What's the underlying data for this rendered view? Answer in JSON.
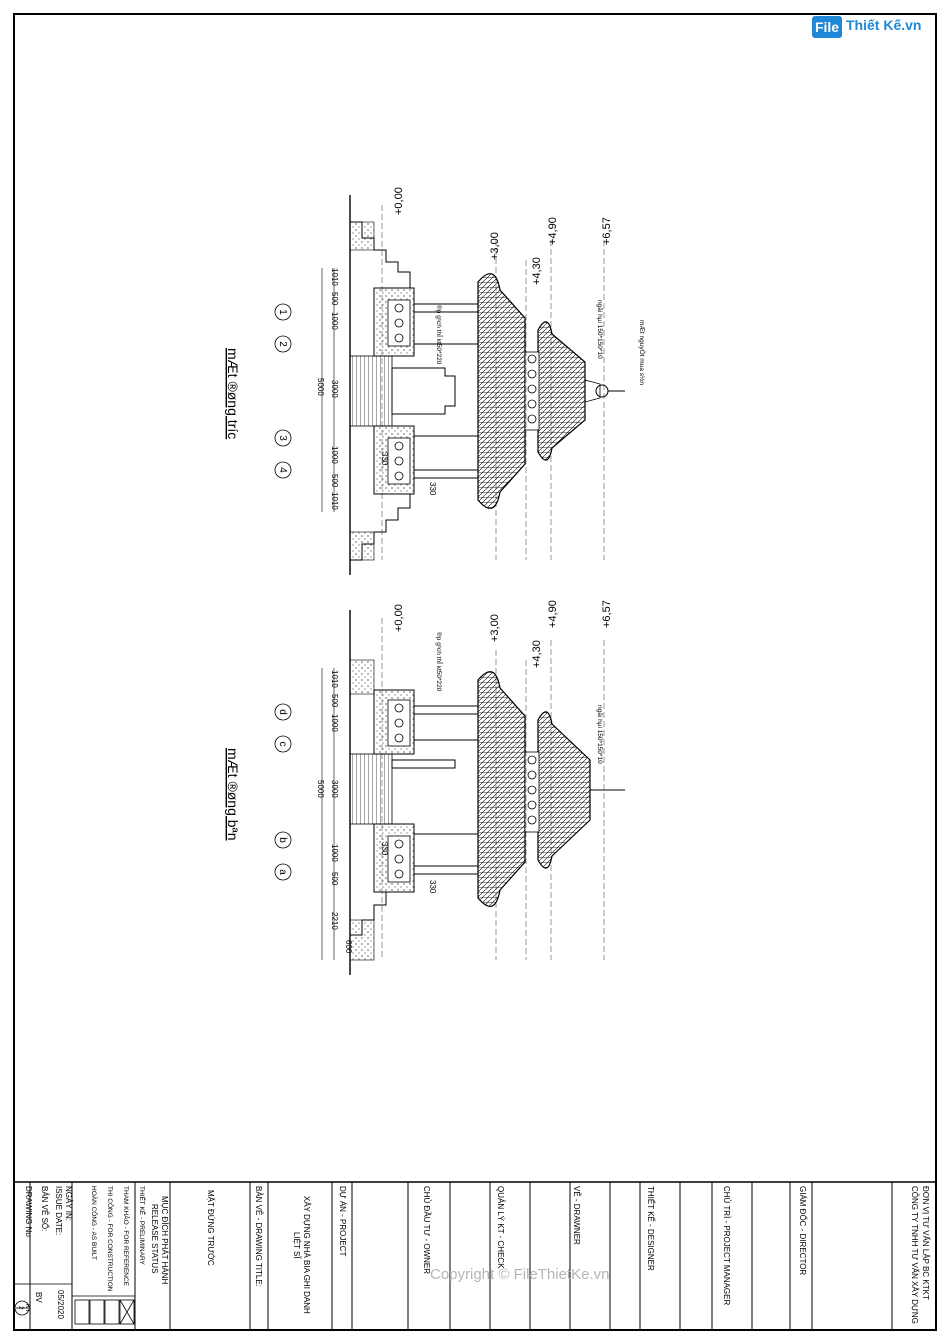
{
  "logo": {
    "box": "File",
    "text": "Thiết Kế.vn"
  },
  "watermark": "Copyright © FileThietKe.vn",
  "drawing_top": {
    "title": "mÆt ®øng tr­íc",
    "grid_labels": [
      "1",
      "2",
      "3",
      "4"
    ],
    "levels": [
      "+0,00",
      "+3,00",
      "+4,90",
      "+4,30",
      "+6,57"
    ],
    "note_tiles": "®p g¹ch thÎ kt50*220",
    "note_ridge": "ngãi hµi 150*150*10",
    "note_finial": "mÆt nguyÖt mua s½n",
    "dims": [
      "1010",
      "500",
      "1000",
      "3000",
      "1000",
      "500",
      "1010",
      "5000",
      "330",
      "330"
    ]
  },
  "drawing_bottom": {
    "title": "mÆt ®øng bªn",
    "grid_labels": [
      "d",
      "c",
      "b",
      "a"
    ],
    "levels": [
      "+0,00",
      "+3,00",
      "+4,90",
      "+4,30",
      "+6,57"
    ],
    "note_tiles": "®p g¹ch thÎ kt50*220",
    "note_ridge": "ngãi hµi 150*150*10",
    "dims": [
      "1010",
      "500",
      "1000",
      "3000",
      "1000",
      "500",
      "2210",
      "600",
      "5000",
      "330",
      "330"
    ]
  },
  "title_block": {
    "unit_label": "ĐƠN VỊ TƯ VẤN LẬP BC KTKT",
    "company": "CÔNG TY TNHH TƯ VẤN XÂY DỰNG",
    "director": "GIÁM ĐỐC - DIRECTOR",
    "pm": "CHỦ TRÌ - PROJECT MANAGER",
    "designer": "THIẾT KẾ - DESIGNER",
    "drawer": "VẼ - DRAWNER",
    "check": "QUẢN LÝ KT - CHECK",
    "owner": "CHỦ ĐẦU TƯ - OWNER",
    "project_label": "DỰ ÁN - PROJECT",
    "project_line1": "XÂY DỰNG NHÀ BIA GHI DANH",
    "project_line2": "LIỆT SĨ",
    "drawing_title_label": "BẢN VẼ - DRAWING TITLE:",
    "drawing_title": "MẶT ĐỨNG TRƯỚC",
    "release_label1": "MỤC ĐÍCH PHÁT HÀNH",
    "release_label2": "RELEASE STATUS",
    "status1": "THIẾT KẾ - PRELIMINARY",
    "status2": "THAM KHẢO - FOR REFERENCE",
    "status3": "THI CÔNG - FOR CONSTRUCTION",
    "status4": "HOÀN CÔNG - AS BUILT",
    "issue_label1": "NGÀY IN:",
    "issue_label2": "ISSUE DATE:",
    "issue_date": "05/2020",
    "no_label1": "BẢN VẼ SỐ:",
    "no_label2": "DRAWING No",
    "no_prefix": "BV",
    "no_top": "KT",
    "no_bottom": "2"
  }
}
